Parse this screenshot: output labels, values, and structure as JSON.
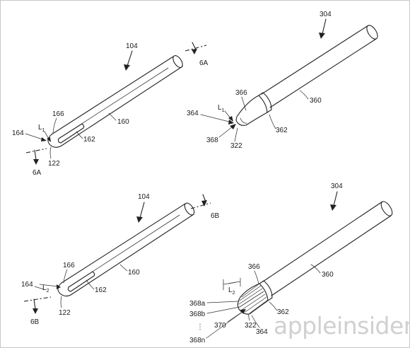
{
  "colors": {
    "background": "#ffffff",
    "line": "#222222",
    "border": "#c8c8c8",
    "watermark": "#d0d0d0"
  },
  "icons": {
    "watermark": "appleinsider-logo"
  },
  "watermark": {
    "text": "appleinsider"
  },
  "figures": [
    {
      "id": "fig-top-left",
      "labels": {
        "main": "104",
        "body": "160",
        "slot": "162",
        "tip_a": "164",
        "tip_b": "166",
        "base": "122",
        "L_letter": "L",
        "L_sub": "1",
        "section_top": "6A",
        "section_bottom": "6A"
      }
    },
    {
      "id": "fig-top-right",
      "labels": {
        "main": "304",
        "body": "360",
        "collar": "362",
        "tip_a": "364",
        "tip_b": "366",
        "fiber": "368",
        "base": "322",
        "L_letter": "L",
        "L_sub": "1"
      }
    },
    {
      "id": "fig-bottom-left",
      "labels": {
        "main": "104",
        "body": "160",
        "slot": "162",
        "tip_a": "164",
        "tip_b": "166",
        "base": "122",
        "L_letter": "L",
        "L_sub": "2",
        "section_top": "6B",
        "section_bottom": "6B"
      }
    },
    {
      "id": "fig-bottom-right",
      "labels": {
        "main": "304",
        "body": "360",
        "collar": "362",
        "tip_a": "364",
        "tip_b": "366",
        "fiber_a": "368a",
        "fiber_b": "368b",
        "ellipsis": "⋮",
        "fiber_n": "368n",
        "strands": "370",
        "base": "322",
        "L_letter": "L",
        "L_sub": "2"
      }
    }
  ]
}
